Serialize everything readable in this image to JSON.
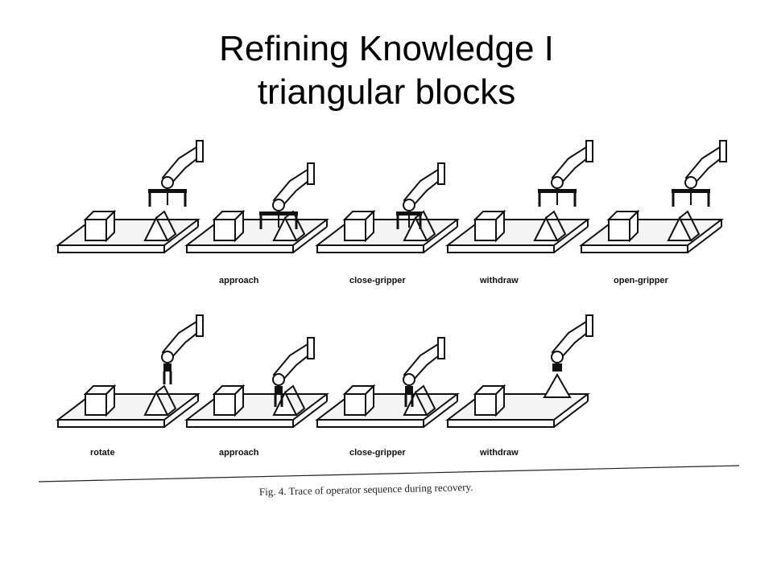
{
  "slide": {
    "title_line1": "Refining Knowledge I",
    "title_line2": "triangular blocks"
  },
  "figure": {
    "caption": "Fig. 4. Trace of operator sequence during recovery.",
    "rows": [
      {
        "panels": [
          {
            "label": "",
            "arm": "raised",
            "gripper": "open",
            "block": true,
            "prism": true
          },
          {
            "label": "approach",
            "arm": "lowered",
            "gripper": "open",
            "block": true,
            "prism": true
          },
          {
            "label": "close-gripper",
            "arm": "lowered",
            "gripper": "closed",
            "block": true,
            "prism": true
          },
          {
            "label": "withdraw",
            "arm": "raised",
            "gripper": "open",
            "block": true,
            "prism": true
          },
          {
            "label": "open-gripper",
            "arm": "raised",
            "gripper": "open",
            "block": true,
            "prism": true
          }
        ]
      },
      {
        "panels": [
          {
            "label": "rotate",
            "arm": "raised",
            "gripper": "rotated",
            "block": true,
            "prism": true
          },
          {
            "label": "approach",
            "arm": "lowered",
            "gripper": "rotated",
            "block": true,
            "prism": true
          },
          {
            "label": "close-gripper",
            "arm": "lowered",
            "gripper": "grasping",
            "block": true,
            "prism": true
          },
          {
            "label": "withdraw",
            "arm": "raised",
            "gripper": "holding",
            "block": true,
            "prism": false
          }
        ]
      }
    ]
  },
  "colors": {
    "ink": "#111111",
    "paper": "#ffffff",
    "table_fill": "#f4f4f4"
  }
}
